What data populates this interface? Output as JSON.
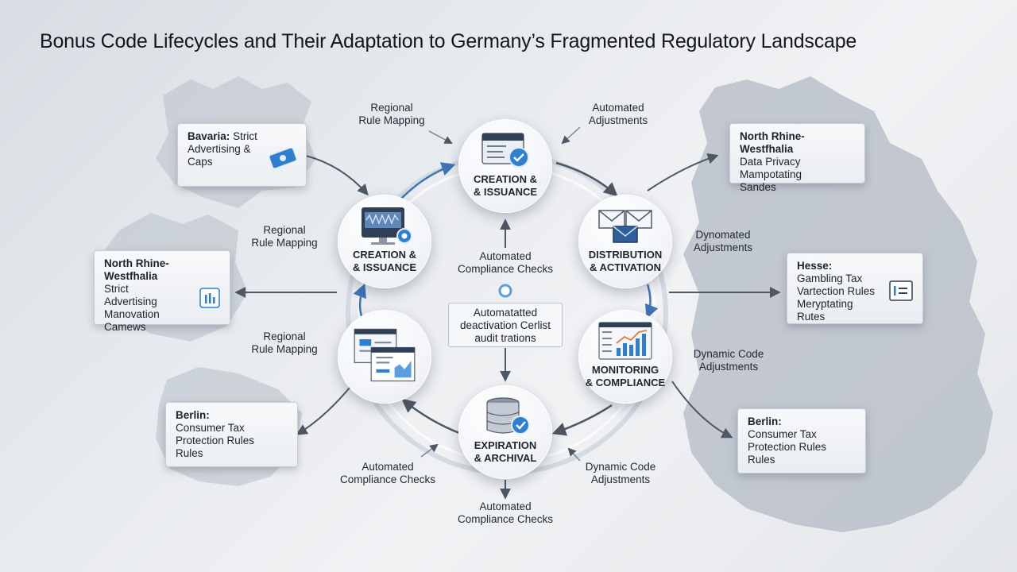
{
  "title": "Bonus Code Lifecycles and Their Adaptation to Germany’s Fragmented Regulatory Landscape",
  "nodes": {
    "top": "CREATION &\n& ISSUANCE",
    "left_upper": "CREATION &\n& ISSUANCE",
    "right_upper": "DISTRIBUTION\n& ACTIVATION",
    "right_lower": "MONITORING\n& COMPLIANCE",
    "bottom": "EXPIRATION\n& ARCHIVAL",
    "left_lower": ""
  },
  "panels": {
    "bavaria": {
      "head": "Bavaria:",
      "lines": [
        "Strict",
        "Advertising &",
        "Caps"
      ]
    },
    "nrw_left": {
      "head": "North Rhine-Westfhalia",
      "lines": [
        "Strict",
        "Advertising",
        "Manovation",
        "Camews"
      ]
    },
    "berlin_left": {
      "head": "Berlin:",
      "lines": [
        "Consumer Tax",
        "Protection Rules",
        "Rules"
      ]
    },
    "nrw_right": {
      "head": "North Rhine-Westfhalia",
      "lines": [
        "Data Privacy",
        "Mampotating",
        "Sandes"
      ]
    },
    "hesse": {
      "head": "Hesse:",
      "lines": [
        "Gambling Tax",
        "Vartection Rules",
        "Meryptating",
        "Rutes"
      ]
    },
    "berlin_right": {
      "head": "Berlin:",
      "lines": [
        "Consumer Tax",
        "Protection Rules",
        "Rules"
      ]
    }
  },
  "annotations": {
    "top_left": [
      "Regional",
      "Rule Mapping"
    ],
    "top_right": [
      "Automated",
      "Adjustments"
    ],
    "left_upper": [
      "Regional",
      "Rule Mapping"
    ],
    "right_upper": [
      "Dynomated",
      "Adjustments"
    ],
    "center": [
      "Automated",
      "Compliance Checks"
    ],
    "left_lower": [
      "Regional",
      "Rule Mapping"
    ],
    "right_lower": [
      "Dynamic Code",
      "Adjustments"
    ],
    "bottom_left": [
      "Automated",
      "Compliance Checks"
    ],
    "bottom_right": [
      "Dynamic Code",
      "Adjustments"
    ],
    "bottom": [
      "Automated",
      "Compliance Checks"
    ]
  },
  "center_box": [
    "Automatatted",
    "deactivation Cerlist",
    "audit trations"
  ],
  "icons": {
    "top": "document-check-icon",
    "left_upper": "monitor-gear-icon",
    "right_upper": "envelopes-icon",
    "right_lower": "dashboard-chart-icon",
    "bottom": "database-check-icon",
    "left_lower": "browser-windows-icon",
    "bavaria": "ticket-card-icon",
    "nrw_left": "bar-chart-tile-icon",
    "hesse": "code-tile-icon"
  },
  "colors": {
    "accent": "#2f7fd0",
    "arrow": "#55606c",
    "ring": "#c9d2dc"
  }
}
